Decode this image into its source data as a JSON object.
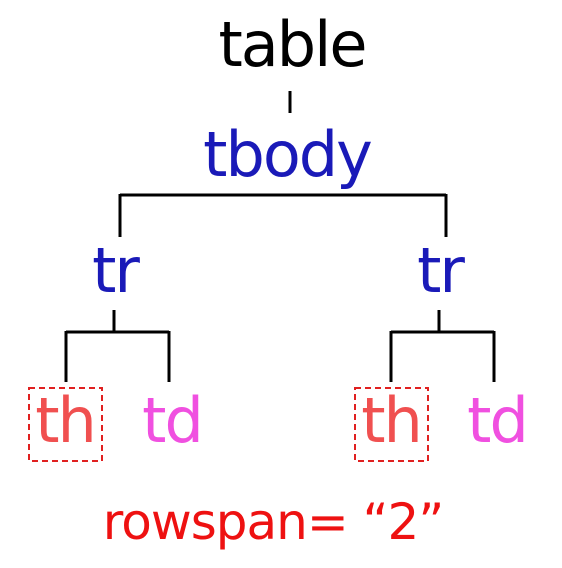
{
  "nodes": {
    "table": "table",
    "tbody": "tbody",
    "tr_left": "tr",
    "tr_right": "tr",
    "th_left": "th",
    "td_left": "td",
    "th_right": "th",
    "td_right": "td"
  },
  "annotation": "rowspan= “2”",
  "colors": {
    "table": "#000000",
    "tbody": "#1a1ab8",
    "tr": "#1a1ab8",
    "th": "#f05050",
    "td": "#f050e0",
    "annotation": "#ee1111",
    "highlight_box": "#e02020",
    "connector": "#000000"
  }
}
